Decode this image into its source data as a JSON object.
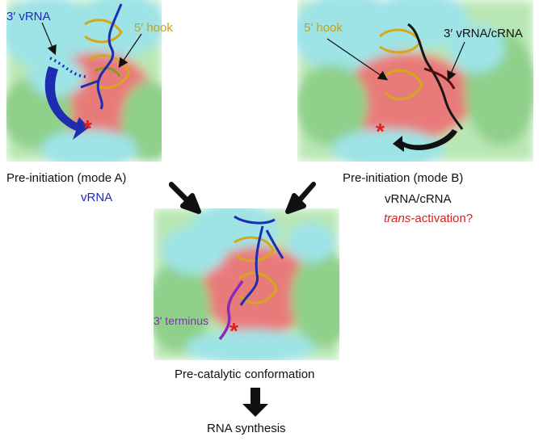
{
  "panels": {
    "top_left": {
      "label_3prime": "3′ vRNA",
      "label_5prime": "5′ hook"
    },
    "top_right": {
      "label_5prime": "5′ hook",
      "label_3prime": "3′ vRNA/cRNA"
    },
    "bottom": {
      "label_3prime": "3′ terminus"
    }
  },
  "captions": {
    "mode_a_title": "Pre-initiation (mode A)",
    "mode_a_sub": "vRNA",
    "mode_b_title": "Pre-initiation (mode B)",
    "mode_b_sub": "vRNA/cRNA",
    "mode_b_q_italic": "trans",
    "mode_b_q_rest": "-activation?",
    "precatalytic": "Pre-catalytic conformation",
    "synthesis": "RNA synthesis"
  },
  "markers": {
    "active_site": "*"
  },
  "colors": {
    "protein_green": "#8fd08a",
    "protein_cyan": "#9ee3e6",
    "protein_red": "#e97a7a",
    "vrna_blue": "#1c2db0",
    "hook_yellow": "#d4a818",
    "rna_black": "#151515",
    "terminus_purple": "#8a2bb8",
    "label_blue": "#1f2ac0",
    "label_gold": "#c9a01a",
    "label_red": "#d42020",
    "star_red": "#e02020"
  }
}
